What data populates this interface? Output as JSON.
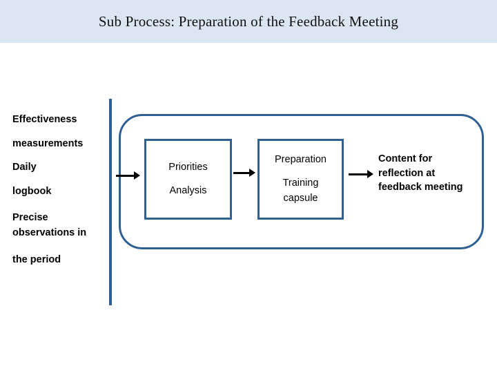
{
  "slide": {
    "title": "Sub Process: Preparation of the Feedback Meeting",
    "background_color": "#ffffff",
    "title_band_color": "#dce6f2",
    "accent_color": "#2e6094"
  },
  "left_column": {
    "lines": [
      "Effectiveness",
      "measurements",
      "Daily",
      "logbook",
      "Precise observations in",
      "the period"
    ]
  },
  "process": {
    "steps": [
      {
        "name": "priorities-analysis",
        "line1": "Priorities",
        "line2": "Analysis",
        "style": "outlined-box"
      },
      {
        "name": "preparation-training-capsule",
        "line1": "Preparation",
        "line2": "Training",
        "line3": "capsule",
        "style": "outlined-box"
      },
      {
        "name": "content-for-reflection",
        "line1": "Content for",
        "line2": "reflection at",
        "line3": "feedback meeting",
        "style": "plain-text"
      }
    ],
    "arrows": [
      "arrow-1",
      "arrow-2",
      "arrow-3"
    ]
  }
}
